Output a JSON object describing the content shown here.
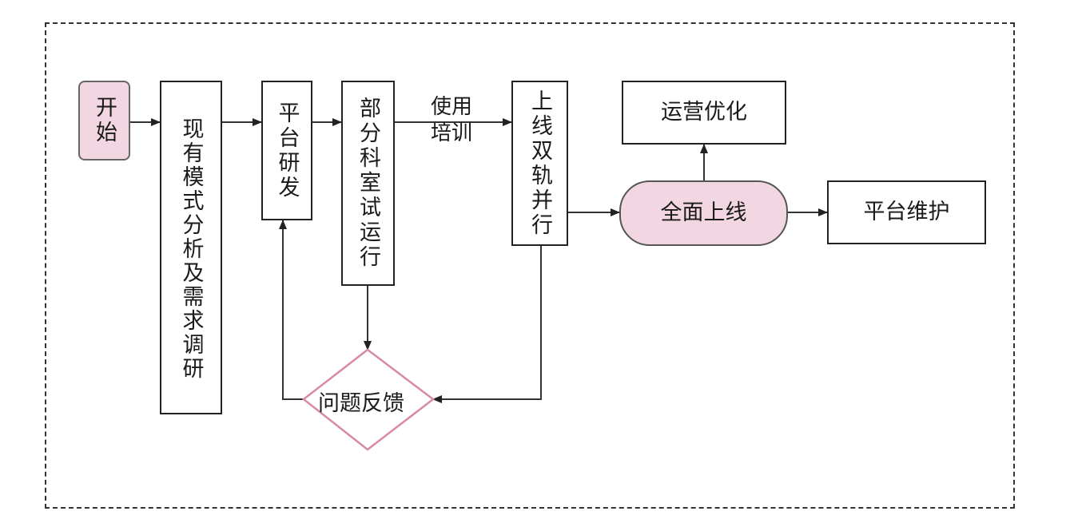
{
  "nodes": {
    "start": "开始",
    "analysis": "现有模式分析及需求调研",
    "platform_dev": "平台研发",
    "trial": "部分科室试运行",
    "dual_track": "上线双轨并行",
    "ops_opt": "运营优化",
    "full_launch": "全面上线",
    "maintenance": "平台维护",
    "feedback": "问题反馈"
  },
  "edge_labels": {
    "training": "使用\n培训"
  },
  "colors": {
    "highlight_fill": "#f2d7e2",
    "feedback_border": "#d88a9f"
  }
}
